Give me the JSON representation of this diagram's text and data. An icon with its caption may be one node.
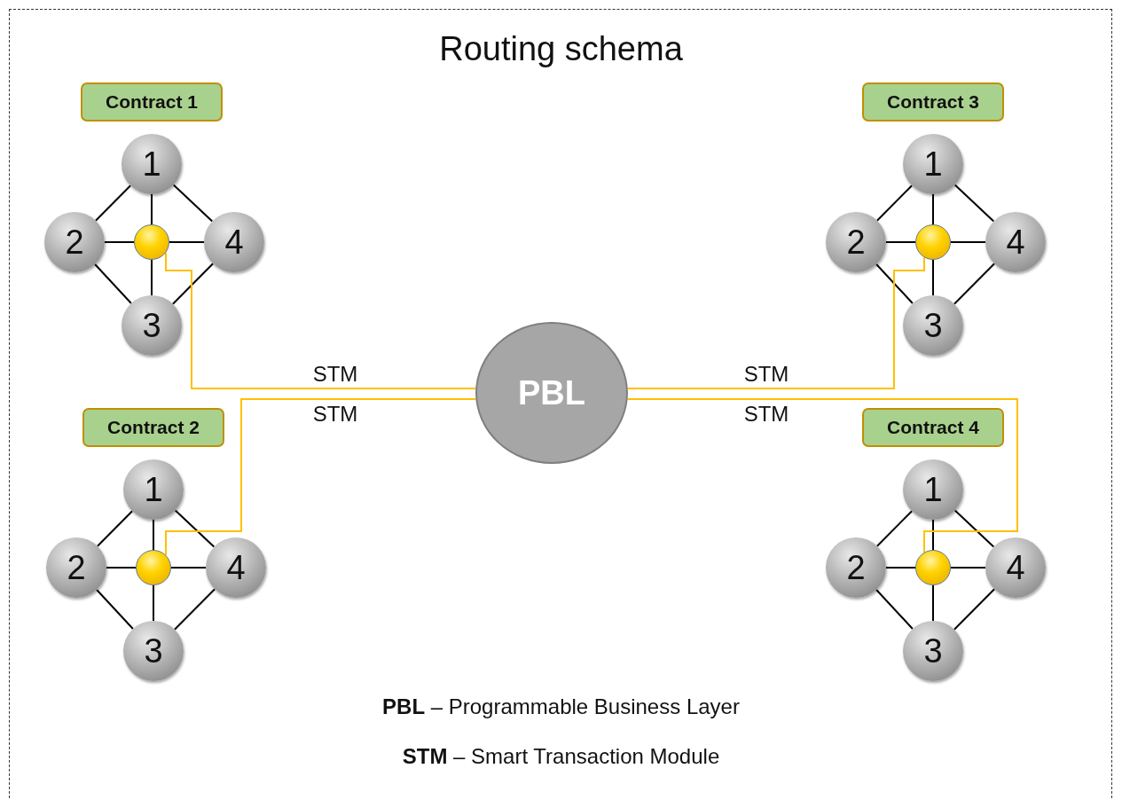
{
  "diagram": {
    "title": "Routing schema",
    "nodes": [
      {
        "text": [
          "Contract 1"
        ]
      },
      {
        "text": [
          "1"
        ]
      },
      {
        "text": [
          "2"
        ]
      },
      {
        "text": [],
        "shape": "circle"
      },
      {
        "text": [
          "4"
        ]
      },
      {
        "text": [
          "3"
        ]
      },
      {
        "text": [
          "Contract 3"
        ]
      },
      {
        "text": [
          "1"
        ]
      },
      {
        "text": [
          "2"
        ]
      },
      {
        "text": [],
        "shape": "circle"
      },
      {
        "text": [
          "4"
        ]
      },
      {
        "text": [
          "3"
        ]
      },
      {
        "text": [
          "PBL"
        ]
      },
      {
        "text": [
          "Contract 2"
        ]
      },
      {
        "text": [
          "1"
        ]
      },
      {
        "text": [
          "2"
        ]
      },
      {
        "text": [],
        "shape": "circle"
      },
      {
        "text": [
          "4"
        ]
      },
      {
        "text": [
          "3"
        ]
      },
      {
        "text": [
          "Contract 4"
        ]
      },
      {
        "text": [
          "1"
        ]
      },
      {
        "text": [
          "2"
        ]
      },
      {
        "text": [],
        "shape": "circle"
      },
      {
        "text": [
          "4"
        ]
      },
      {
        "text": [
          "3"
        ]
      }
    ],
    "edges": [
      {
        "from": 1,
        "to": 2,
        "arrow": "none"
      },
      {
        "from": 1,
        "to": 4,
        "arrow": "none"
      },
      {
        "from": 2,
        "to": 5,
        "arrow": "none"
      },
      {
        "from": 4,
        "to": 5,
        "arrow": "none"
      },
      {
        "from": 3,
        "to": 1,
        "arrow": "none"
      },
      {
        "from": 3,
        "to": 2,
        "arrow": "none"
      },
      {
        "from": 3,
        "to": 4,
        "arrow": "none"
      },
      {
        "from": 3,
        "to": 5,
        "arrow": "none"
      },
      {
        "from": 7,
        "to": 8,
        "arrow": "none"
      },
      {
        "from": 7,
        "to": 10,
        "arrow": "none"
      },
      {
        "from": 8,
        "to": 11,
        "arrow": "none"
      },
      {
        "from": 10,
        "to": 11,
        "arrow": "none"
      },
      {
        "from": 9,
        "to": 7,
        "arrow": "none"
      },
      {
        "from": 9,
        "to": 8,
        "arrow": "none"
      },
      {
        "from": 9,
        "to": 10,
        "arrow": "none"
      },
      {
        "from": 9,
        "to": 11,
        "arrow": "none"
      },
      {
        "from": 14,
        "to": 15,
        "arrow": "none"
      },
      {
        "from": 14,
        "to": 17,
        "arrow": "none"
      },
      {
        "from": 15,
        "to": 18,
        "arrow": "none"
      },
      {
        "from": 17,
        "to": 18,
        "arrow": "none"
      },
      {
        "from": 16,
        "to": 14,
        "arrow": "none"
      },
      {
        "from": 16,
        "to": 15,
        "arrow": "none"
      },
      {
        "from": 16,
        "to": 17,
        "arrow": "none"
      },
      {
        "from": 16,
        "to": 18,
        "arrow": "none"
      },
      {
        "from": 20,
        "to": 21,
        "arrow": "none"
      },
      {
        "from": 20,
        "to": 23,
        "arrow": "none"
      },
      {
        "from": 21,
        "to": 24,
        "arrow": "none"
      },
      {
        "from": 23,
        "to": 24,
        "arrow": "none"
      },
      {
        "from": 22,
        "to": 20,
        "arrow": "none"
      },
      {
        "from": 22,
        "to": 21,
        "arrow": "none"
      },
      {
        "from": 22,
        "to": 23,
        "arrow": "none"
      },
      {
        "from": 22,
        "to": 24,
        "arrow": "none"
      },
      {
        "from": 3,
        "to": 12,
        "arrow": "none",
        "label": "STM",
        "color": "#ffc000"
      },
      {
        "from": 9,
        "to": 12,
        "arrow": "none",
        "label": "STM",
        "color": "#ffc000"
      },
      {
        "from": 16,
        "to": 12,
        "arrow": "none",
        "label": "STM",
        "color": "#ffc000"
      },
      {
        "from": 22,
        "to": 12,
        "arrow": "none",
        "label": "STM",
        "color": "#ffc000"
      }
    ],
    "labels": [
      "**PBL** – Programmable Business Layer",
      "**STM** – Smart Transaction Module"
    ]
  }
}
